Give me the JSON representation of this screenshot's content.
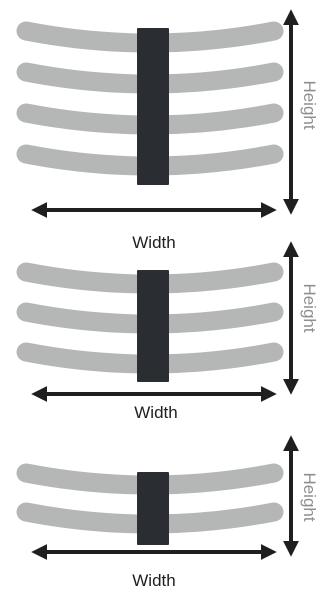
{
  "labels": {
    "width": "Width",
    "height": "Height"
  },
  "colors": {
    "strip": "#b5b7b6",
    "bar": "#2a2d31",
    "arrow": "#1f1f1f",
    "text": "#1f1f1f",
    "background": "#ffffff"
  },
  "groups": [
    {
      "strip_count": 4
    },
    {
      "strip_count": 3
    },
    {
      "strip_count": 2
    }
  ]
}
